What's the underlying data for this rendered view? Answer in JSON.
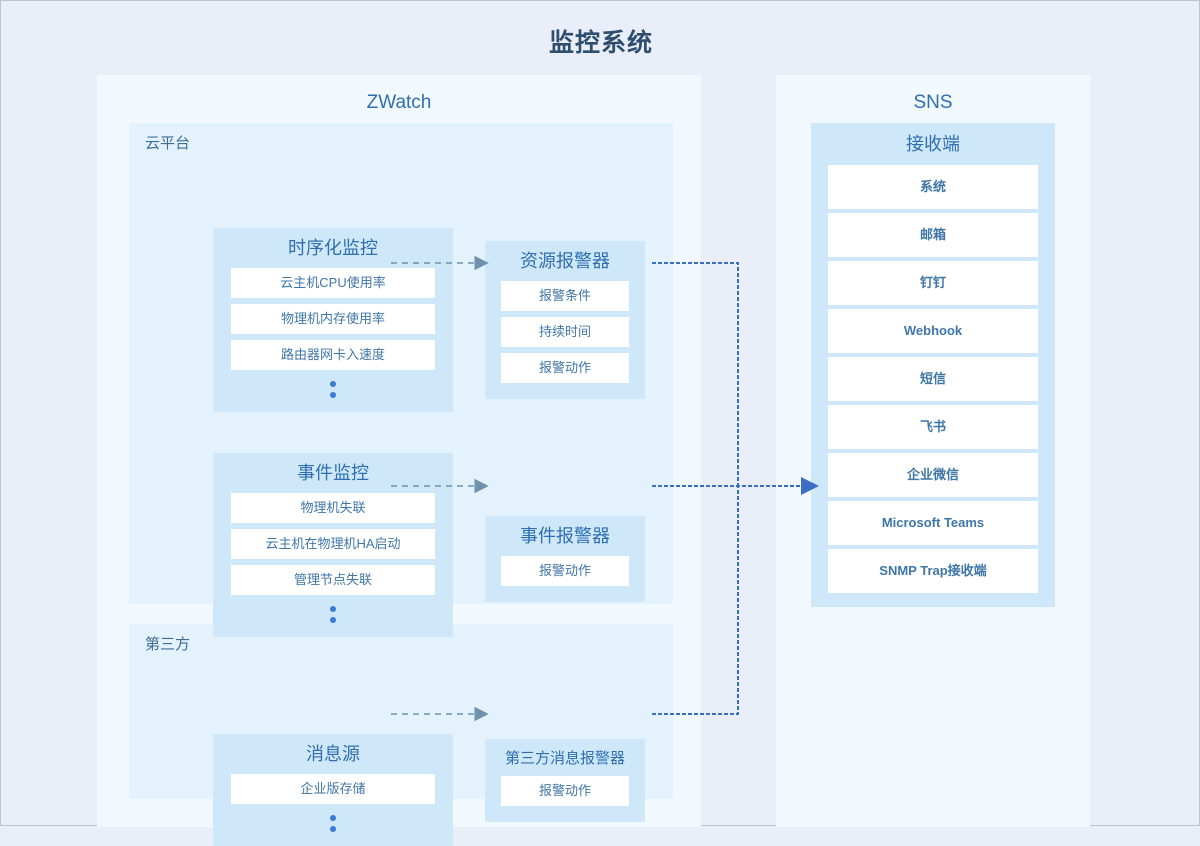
{
  "title": "监控系统",
  "panels": {
    "zwatch": {
      "title": "ZWatch"
    },
    "sns": {
      "title": "SNS"
    }
  },
  "sections": {
    "cloud": {
      "label": "云平台"
    },
    "third_party": {
      "label": "第三方"
    }
  },
  "groups": {
    "metric_monitor": {
      "title": "时序化监控",
      "items": [
        "云主机CPU使用率",
        "物理机内存使用率",
        "路由器网卡入速度"
      ],
      "has_ellipsis": true
    },
    "event_monitor": {
      "title": "事件监控",
      "items": [
        "物理机失联",
        "云主机在物理机HA启动",
        "管理节点失联"
      ],
      "has_ellipsis": true
    },
    "message_source": {
      "title": "消息源",
      "items": [
        "企业版存储"
      ],
      "has_ellipsis": true
    },
    "resource_alarm": {
      "title": "资源报警器",
      "items": [
        "报警条件",
        "持续时间",
        "报警动作"
      ],
      "has_ellipsis": false
    },
    "event_alarm": {
      "title": "事件报警器",
      "items": [
        "报警动作"
      ],
      "has_ellipsis": false
    },
    "third_party_alarm": {
      "title": "第三方消息报警器",
      "items": [
        "报警动作"
      ],
      "has_ellipsis": false
    },
    "receivers": {
      "title": "接收端",
      "items": [
        "系统",
        "邮箱",
        "钉钉",
        "Webhook",
        "短信",
        "飞书",
        "企业微信",
        "Microsoft Teams",
        "SNMP Trap接收端"
      ],
      "has_ellipsis": false
    }
  },
  "colors": {
    "page_background": "#e9eef8",
    "panel_background": "#f1f8fe",
    "section_background": "#e3f2fc",
    "group_background": "#cfe8f9",
    "item_background": "#ffffff",
    "title_text": "#2e4f70",
    "heading_text": "#2f6fb0",
    "item_text": "#3f76a8",
    "dash_arrow": "#6f91ad",
    "dotted_arrow": "#3a6fc4",
    "dot_marker": "#3a7bd5"
  },
  "connectors": [
    {
      "name": "metric-to-resource-alarm",
      "style": "dashed",
      "from": "时序化监控",
      "to": "资源报警器"
    },
    {
      "name": "event-to-event-alarm",
      "style": "dashed",
      "from": "事件监控",
      "to": "事件报警器"
    },
    {
      "name": "msgsource-to-thirdparty-alarm",
      "style": "dashed",
      "from": "消息源",
      "to": "第三方消息报警器"
    },
    {
      "name": "resource-alarm-to-sns",
      "style": "dotted",
      "from": "资源报警器",
      "to": "接收端"
    },
    {
      "name": "event-alarm-to-sns",
      "style": "dotted",
      "from": "事件报警器",
      "to": "接收端"
    },
    {
      "name": "thirdparty-alarm-to-sns",
      "style": "dotted",
      "from": "第三方消息报警器",
      "to": "接收端"
    }
  ]
}
